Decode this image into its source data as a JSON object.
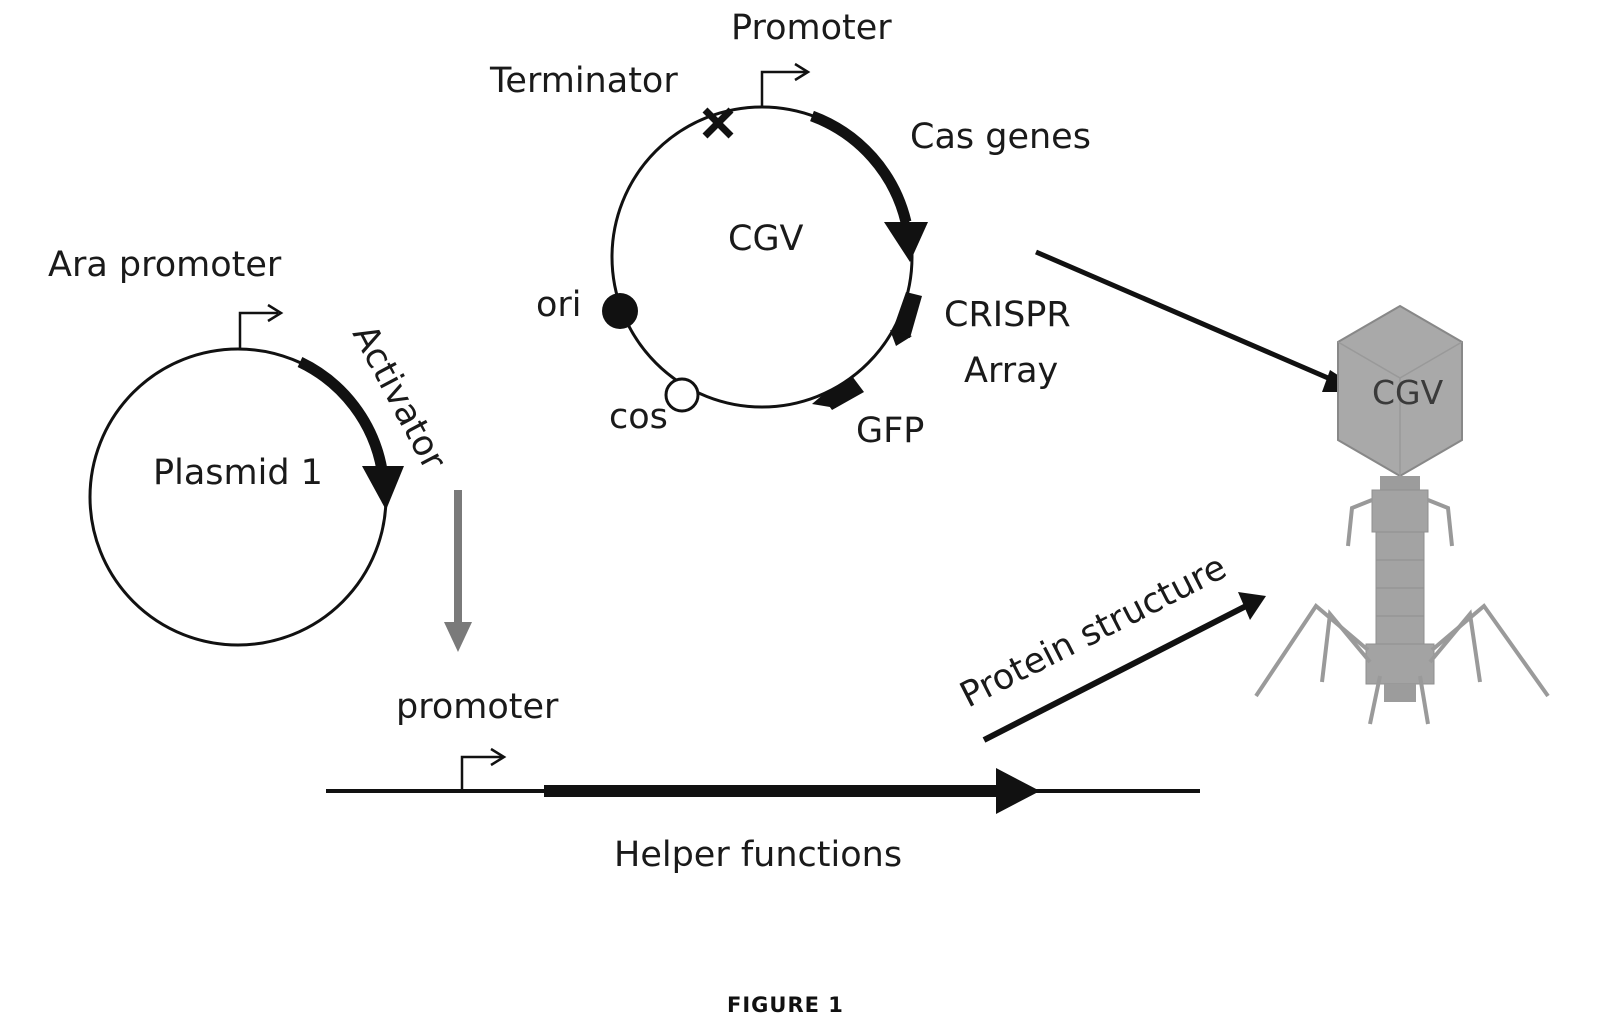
{
  "plasmid1": {
    "name": "Plasmid 1",
    "promoter_label": "Ara promoter",
    "activator_label": "Activator"
  },
  "cgv": {
    "name": "CGV",
    "promoter_label": "Promoter",
    "terminator_label": "Terminator",
    "cas_label": "Cas genes",
    "crispr_label_line1": "CRISPR",
    "crispr_label_line2": "Array",
    "gfp_label": "GFP",
    "ori_label": "ori",
    "cos_label": "cos"
  },
  "helper": {
    "promoter_label": "promoter",
    "label": "Helper functions"
  },
  "protein_label": "Protein structure",
  "phage_label": "CGV",
  "caption": "FIGURE 1",
  "colors": {
    "line": "#111111",
    "grey_arrow": "#7a7a7a",
    "phage_fill": "#a9a9a9"
  }
}
